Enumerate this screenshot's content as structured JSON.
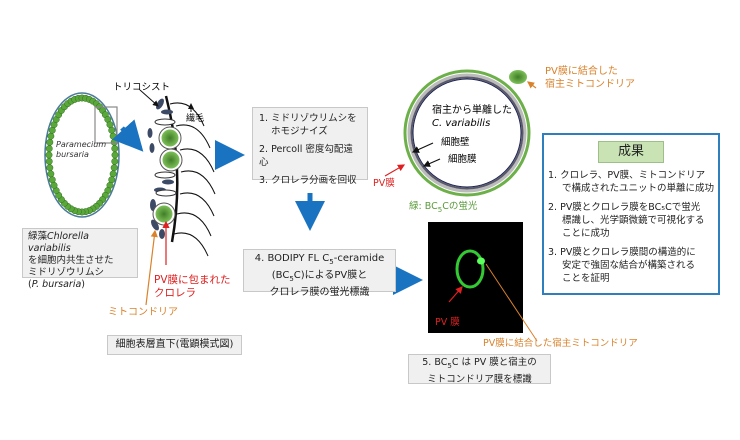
{
  "left": {
    "paramecium_label": [
      "Paramecium",
      "bursaria"
    ],
    "caption": {
      "line1_pre": "緑藻",
      "line1_italic": "Chlorella variabilis",
      "line2": "を細胞内共生させた",
      "line3": "ミドリゾウリムシ",
      "line4_italic": "P. bursaria"
    },
    "trichocyst": "トリコシスト",
    "cilia": "繊毛",
    "pv_chlorella": [
      "PV膜に包まれた",
      "クロレラ"
    ],
    "mitochondria": "ミトコンドリア",
    "surface_caption": "細胞表層直下(電顕模式図)"
  },
  "steps": {
    "step1": [
      "1. ミドリゾウリムシを",
      "ホモジナイズ"
    ],
    "step2": "2. Percoll 密度勾配遠心",
    "step3": "3. クロレラ分画を回収",
    "step4": {
      "line1_pre": "4. BODIPY FL C",
      "line1_sub": "5",
      "line1_post": "-ceramide",
      "line2_pre": "(BC",
      "line2_sub": "5",
      "line2_post": "C)によるPV膜と",
      "line3": "クロレラ膜の蛍光標識"
    },
    "step5": {
      "line1_pre": "5. BC",
      "line1_sub": "5",
      "line1_post": "C は PV 膜と宿主の",
      "line2": "ミトコンドリア膜を標識"
    }
  },
  "micrograph": {
    "pv_label": "PV 膜",
    "mito_label": "PV膜に結合した宿主ミトコンドリア"
  },
  "circle": {
    "title": "宿主から単離した",
    "species": "C. variabilis",
    "cell_wall": "細胞壁",
    "cell_membrane": "細胞膜",
    "pv_label": "PV膜",
    "legend_pre": "緑: BC",
    "legend_sub": "5",
    "legend_post": "Cの蛍光",
    "mito_label": [
      "PV膜に結合した",
      "宿主ミトコンドリア"
    ]
  },
  "results": {
    "title": "成果",
    "items": [
      [
        "1.  クロレラ、PV膜、ミトコンドリア",
        "で構成されたユニットの単離に成功"
      ],
      [
        "2.  PV膜とクロレラ膜をBC₅Cで蛍光",
        "標識し、光学顕微鏡で可視化する",
        "ことに成功"
      ],
      [
        "3.  PV膜とクロレラ膜間の構造的に",
        "安定で強固な結合が構築される",
        "ことを証明"
      ]
    ]
  },
  "colors": {
    "arrow": "#1a73c0",
    "green": "#5aa83a",
    "orange": "#d9822b",
    "red": "#e02020",
    "results_border": "#2f7fbf",
    "results_title_bg": "#c9e3b5"
  }
}
